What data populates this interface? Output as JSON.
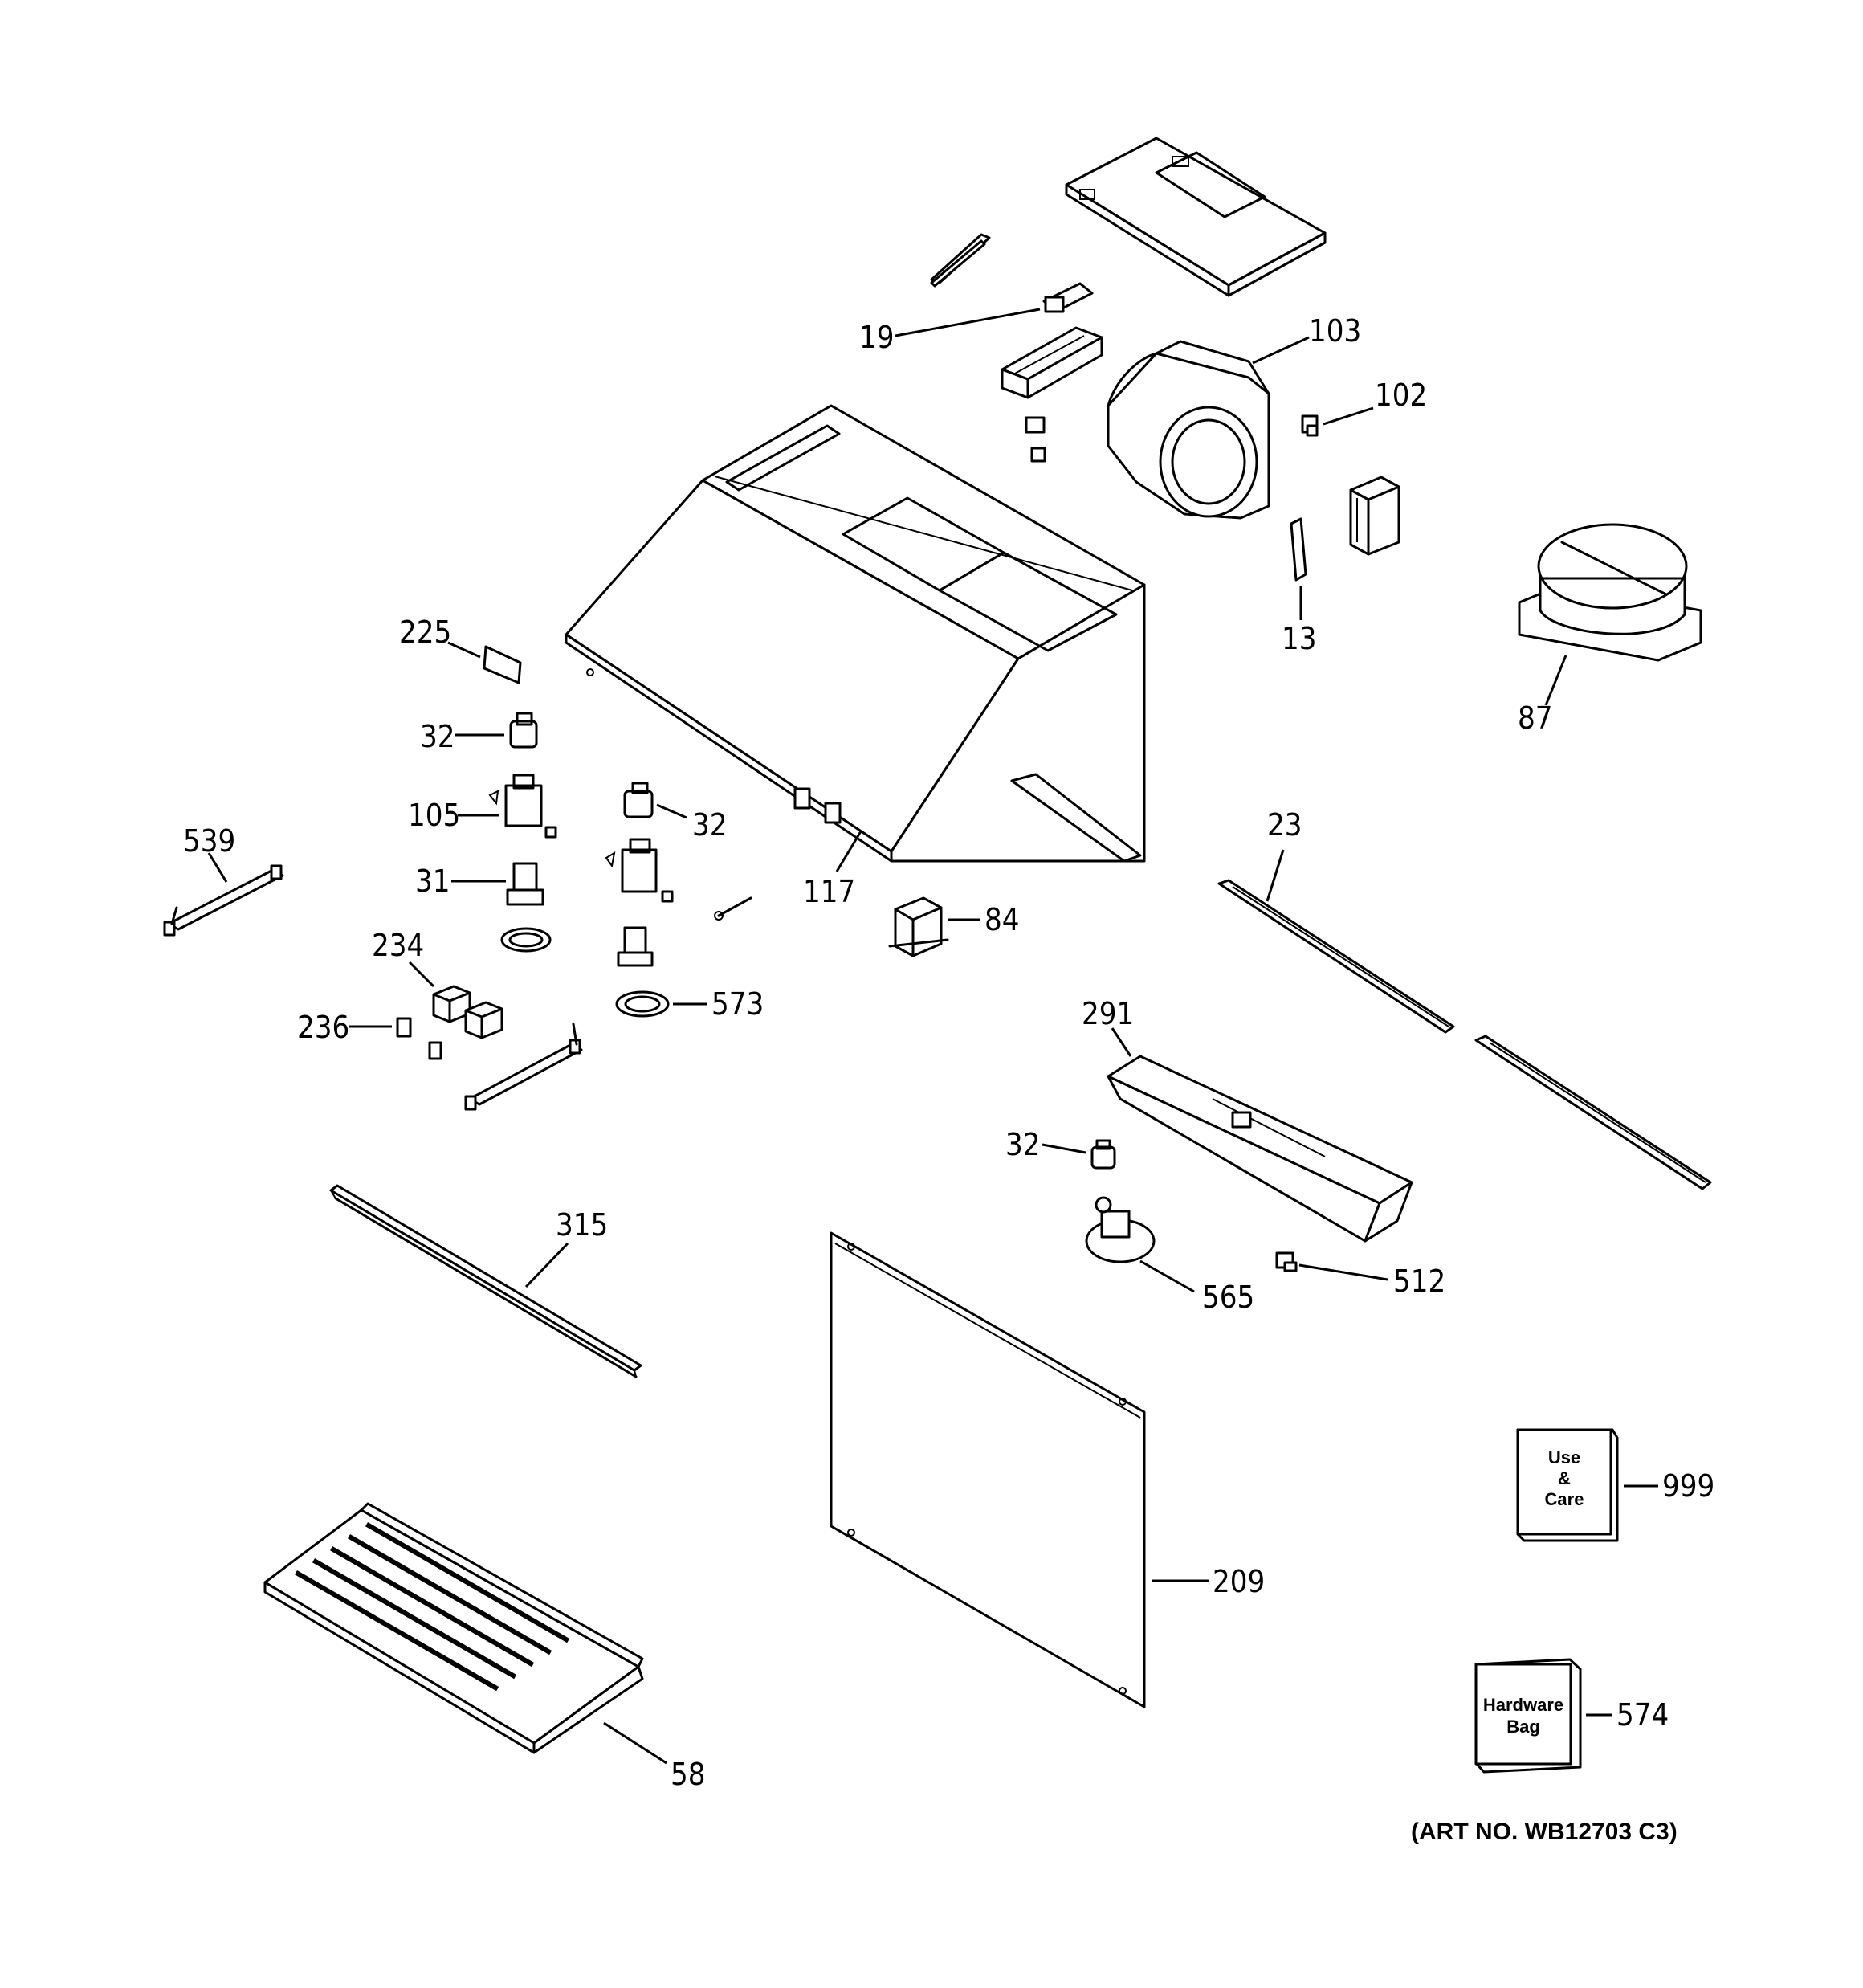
{
  "callouts": {
    "c19": "19",
    "c103": "103",
    "c102": "102",
    "c13": "13",
    "c87": "87",
    "c225": "225",
    "c32a": "32",
    "c105": "105",
    "c32b": "32",
    "c539": "539",
    "c31": "31",
    "c117": "117",
    "c84": "84",
    "c234": "234",
    "c573": "573",
    "c236": "236",
    "c23": "23",
    "c291": "291",
    "c32c": "32",
    "c315": "315",
    "c565": "565",
    "c512": "512",
    "c999": "999",
    "c209": "209",
    "c574": "574",
    "c58": "58"
  },
  "boxes": {
    "use_care": [
      "Use",
      "&",
      "Care"
    ],
    "hardware_bag": [
      "Hardware",
      "Bag"
    ]
  },
  "art_number": "(ART NO. WB12703 C3)"
}
